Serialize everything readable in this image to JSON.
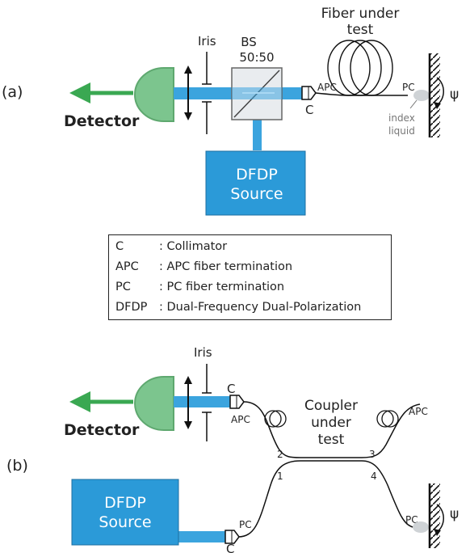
{
  "panel_a": {
    "label": "(a)",
    "detector": "Detector",
    "iris": "Iris",
    "bs_line1": "BS",
    "bs_line2": "50:50",
    "fiber_line1": "Fiber under",
    "fiber_line2": "test",
    "apc": "APC",
    "pc": "PC",
    "collimator": "C",
    "index_line1": "index",
    "index_line2": "liquid",
    "psi": "ψ",
    "source_line1": "DFDP",
    "source_line2": "Source"
  },
  "legend": {
    "items": [
      {
        "abbr": "C",
        "desc": ": Collimator"
      },
      {
        "abbr": "APC",
        "desc": ": APC fiber termination"
      },
      {
        "abbr": "PC",
        "desc": ": PC fiber termination"
      },
      {
        "abbr": "DFDP",
        "desc": ": Dual-Frequency Dual-Polarization"
      }
    ]
  },
  "panel_b": {
    "label": "(b)",
    "detector": "Detector",
    "iris": "Iris",
    "collimator_top": "C",
    "apc_left": "APC",
    "apc_right": "APC",
    "coupler_line1": "Coupler",
    "coupler_line2": "under",
    "coupler_line3": "test",
    "port1": "1",
    "port2": "2",
    "port3": "3",
    "port4": "4",
    "pc_left": "PC",
    "pc_right": "PC",
    "collimator_bottom": "C",
    "psi": "ψ",
    "source_line1": "DFDP",
    "source_line2": "Source"
  },
  "colors": {
    "beam": "#3ba4de",
    "source_fill": "#2b9ad8",
    "detector_fill": "#7cc58e",
    "arrow_green": "#3aa852",
    "gel": "#cfd3d6"
  }
}
